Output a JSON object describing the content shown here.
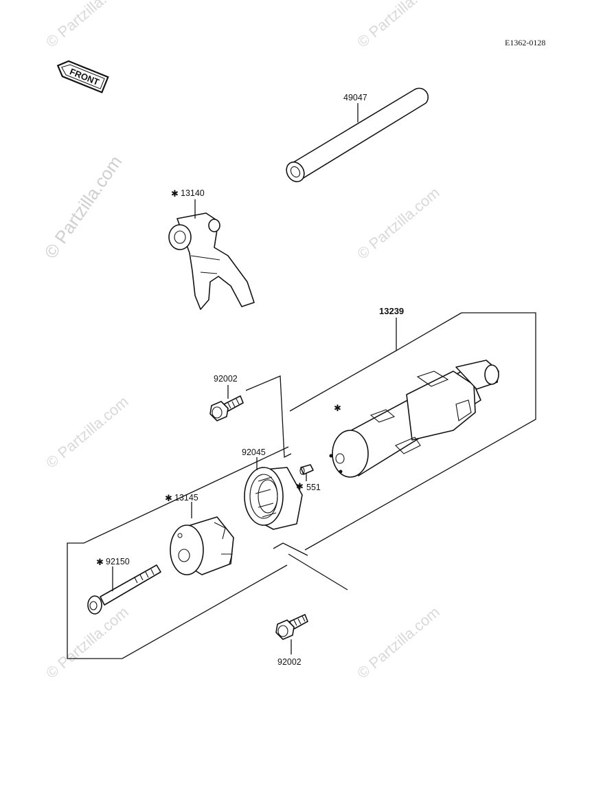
{
  "reference_code": "E1362-0128",
  "front_arrow_text": "FRONT",
  "watermark_text": "© Partzilla.com",
  "star_mark": "✱",
  "parts": [
    {
      "number": "49047",
      "starred": false
    },
    {
      "number": "13140",
      "starred": true
    },
    {
      "number": "13239",
      "starred": false
    },
    {
      "number": "92002",
      "starred": false
    },
    {
      "number": "92045",
      "starred": false
    },
    {
      "number": "551",
      "starred": true
    },
    {
      "number": "13145",
      "starred": true
    },
    {
      "number": "92150",
      "starred": true
    },
    {
      "number": "92002",
      "starred": false
    }
  ]
}
